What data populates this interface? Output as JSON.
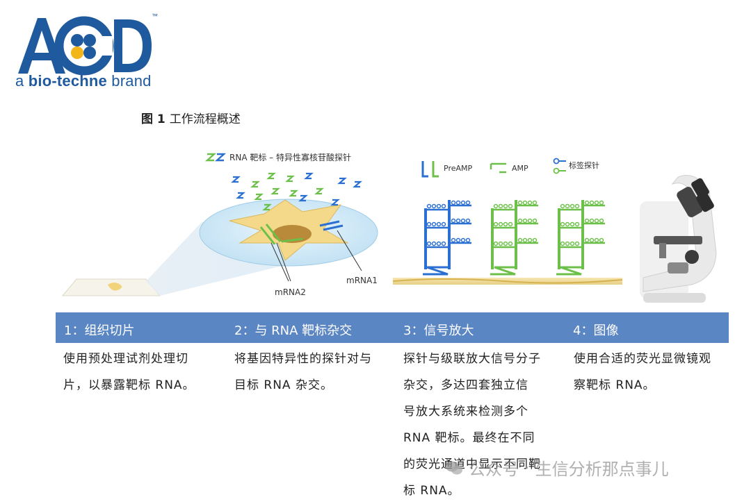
{
  "logo": {
    "letters": "ACD",
    "trademark": "™",
    "tagline_a": "a",
    "tagline_biotechne": "bio-techne",
    "tagline_brand": "brand"
  },
  "figure": {
    "label": "图 1",
    "caption": "工作流程概述"
  },
  "illustration": {
    "probe_legend": "RNA 靶标 – 特异性寡核苷酸探针",
    "mrna1_label": "mRNA1",
    "mrna2_label": "mRNA2",
    "preamp_label": "PreAMP",
    "amp_label": "AMP",
    "label_probe_label": "标签探针"
  },
  "steps": [
    {
      "title": "1：组织切片",
      "lines": [
        "使用预处理试剂处理切",
        "片，以暴露靶标 RNA。"
      ]
    },
    {
      "title": "2：与 RNA 靶标杂交",
      "lines": [
        "将基因特异性的探针对与",
        "目标 RNA 杂交。"
      ]
    },
    {
      "title": "3：信号放大",
      "lines": [
        "探针与级联放大信号分子",
        "杂交，多达四套独立信",
        "号放大系统来检测多个",
        "RNA 靶标。最终在不同",
        "的荧光通道中显示不同靶",
        "标 RNA。"
      ]
    },
    {
      "title": "4：图像",
      "lines": [
        "使用合适的荧光显微镜观",
        "察靶标 RNA。"
      ]
    }
  ],
  "watermark": {
    "source": "公众号",
    "separator": "·",
    "name": "生信分析那点事儿"
  },
  "colors": {
    "brand_blue": "#1f5a9e",
    "step_band": "#5b86c4",
    "probe_blue": "#2a6fd1",
    "probe_green": "#6cc04a",
    "cell_yellow": "#f4d98a",
    "nucleus": "#b88a3a"
  }
}
